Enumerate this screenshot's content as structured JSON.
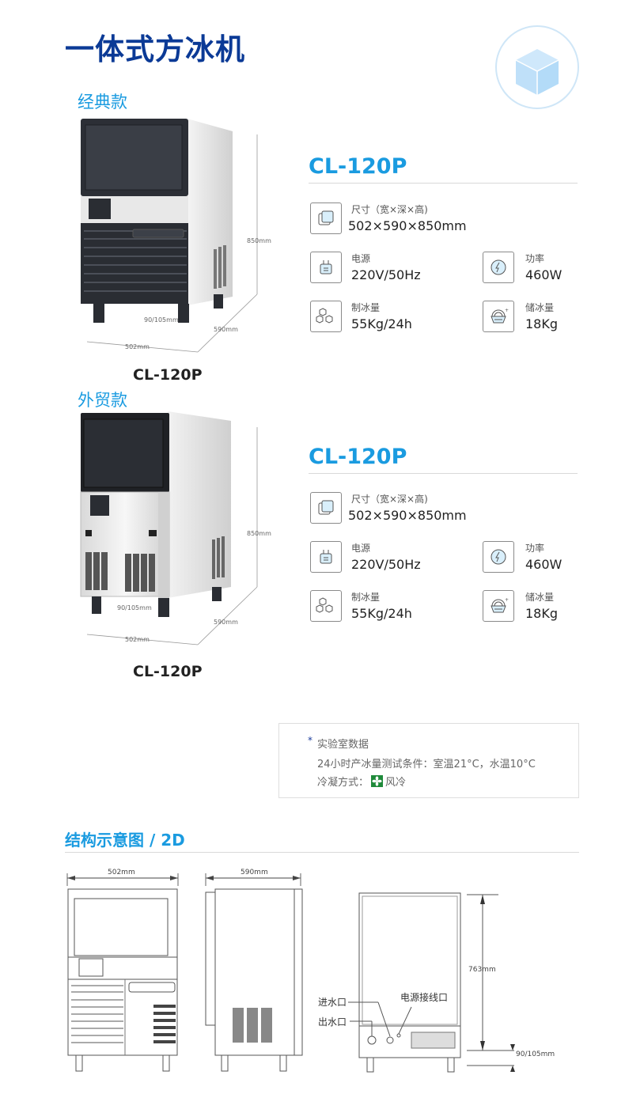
{
  "page": {
    "title": "一体式方冰机",
    "badge_icon": "ice-cube-icon"
  },
  "variants": [
    {
      "label": "经典款",
      "caption": "CL-120P",
      "image_dims": {
        "height": "850mm",
        "depth": "590mm",
        "width": "502mm",
        "leg": "90/105mm"
      },
      "model": "CL-120P",
      "specs": {
        "size_label": "尺寸（宽×深×高)",
        "size_value": "502×590×850mm",
        "power_source_label": "电源",
        "power_source_value": "220V/50Hz",
        "power_label": "功率",
        "power_value": "460W",
        "ice_output_label": "制冰量",
        "ice_output_value": "55Kg/24h",
        "storage_label": "储冰量",
        "storage_value": "18Kg"
      }
    },
    {
      "label": "外贸款",
      "caption": "CL-120P",
      "image_dims": {
        "height": "850mm",
        "depth": "590mm",
        "width": "502mm",
        "leg": "90/105mm"
      },
      "model": "CL-120P",
      "specs": {
        "size_label": "尺寸（宽×深×高)",
        "size_value": "502×590×850mm",
        "power_source_label": "电源",
        "power_source_value": "220V/50Hz",
        "power_label": "功率",
        "power_value": "460W",
        "ice_output_label": "制冰量",
        "ice_output_value": "55Kg/24h",
        "storage_label": "储冰量",
        "storage_value": "18Kg"
      }
    }
  ],
  "note": {
    "asterisk": "*",
    "line1": "实验室数据",
    "line2": "24小时产冰量测试条件：室温21°C，水温10°C",
    "line3_prefix": "冷凝方式：",
    "line3_suffix": "风冷",
    "fan_color": "#1f8a3a"
  },
  "structure": {
    "title": "结构示意图 / 2D",
    "front_width": "502mm",
    "side_depth": "590mm",
    "back_height": "763mm",
    "leg_height": "90/105mm",
    "labels": {
      "water_in": "进水口",
      "water_out": "出水口",
      "power_port": "电源接线口"
    }
  },
  "colors": {
    "title_navy": "#0b3a96",
    "accent_blue": "#1a9be0",
    "icon_fill": "#d9effb"
  }
}
